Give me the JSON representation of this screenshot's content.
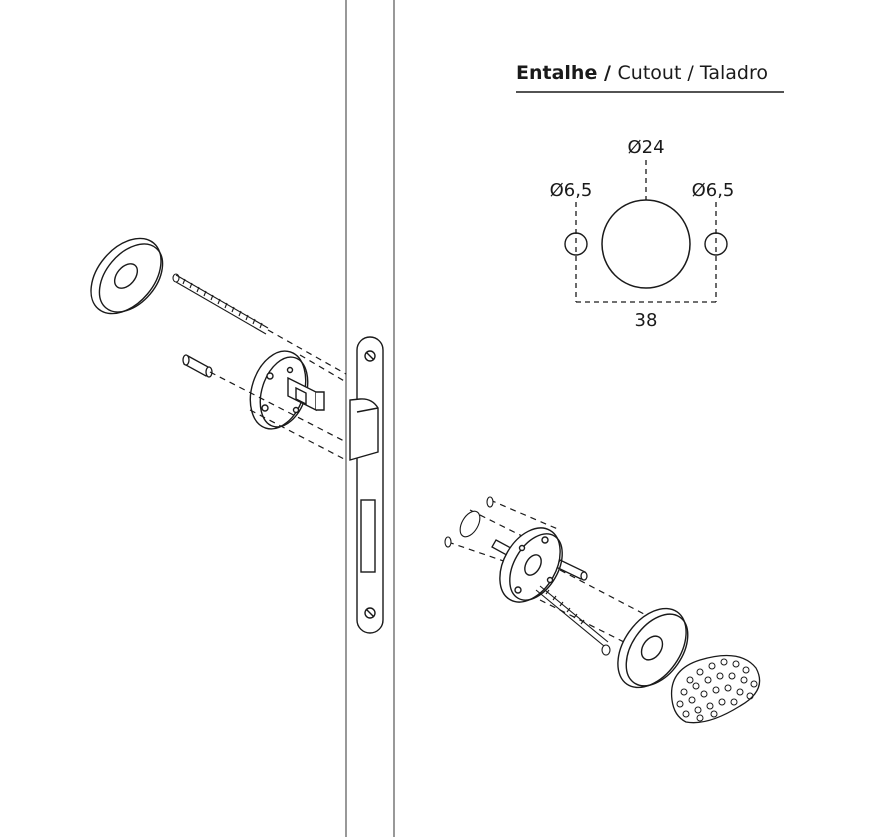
{
  "title": {
    "pt": "Entalhe",
    "sep1": " / ",
    "en": "Cutout",
    "sep2": " / ",
    "es": "Taladro"
  },
  "cutout": {
    "center_hole_label": "Ø24",
    "left_hole_label": "Ø6,5",
    "right_hole_label": "Ø6,5",
    "spacing_label": "38"
  },
  "colors": {
    "line": "#1a1a1a",
    "door_edge": "#555555"
  }
}
